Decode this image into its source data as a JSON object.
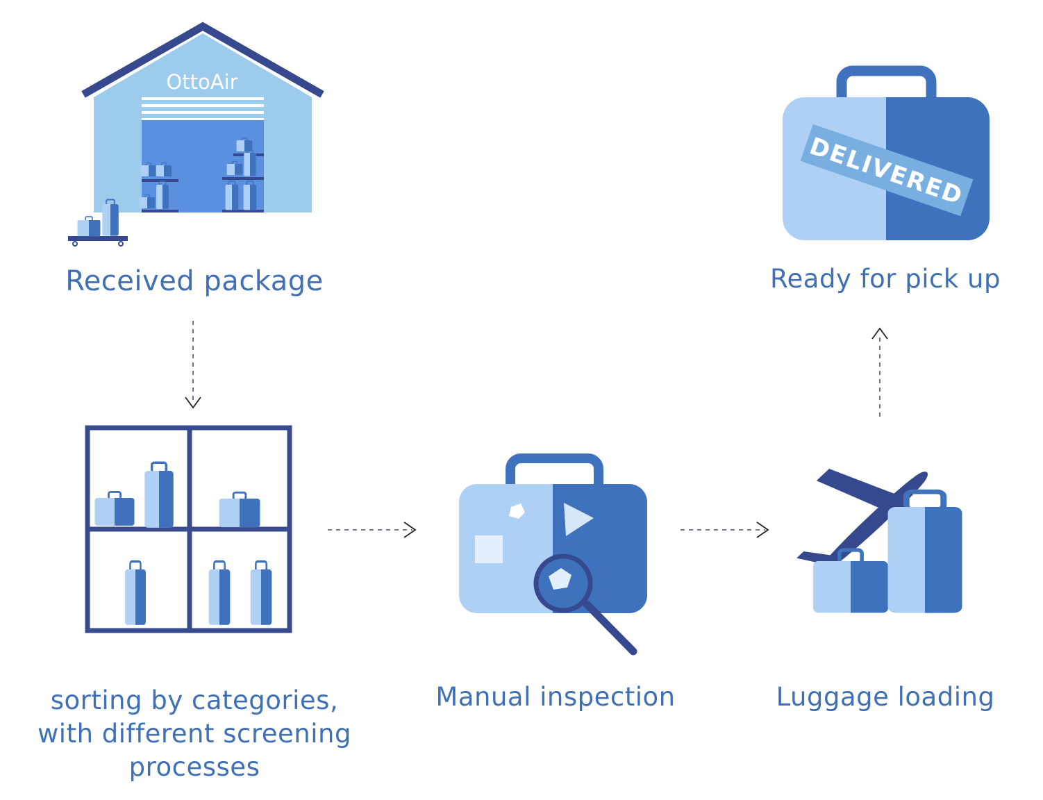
{
  "warehouse": {
    "sign": "OttoAir"
  },
  "steps": {
    "received": "Received package",
    "sorting": "sorting by categories,\nwith different screening\nprocesses",
    "manual": "Manual inspection",
    "loading": "Luggage loading",
    "ready": "Ready for pick up"
  },
  "delivered_tag": "DELIVERED",
  "colors": {
    "text": "#3f6fb5",
    "light": "#aed0f5",
    "dark": "#3f72bc",
    "navy": "#36488e",
    "wall": "#9dcbec",
    "door": "#5b90e0",
    "stamp": "#79afe0",
    "arrow": "#4f4f7a"
  }
}
